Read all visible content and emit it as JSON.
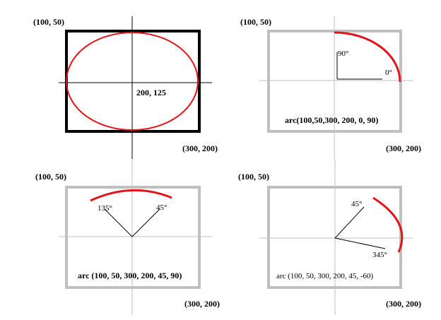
{
  "colors": {
    "arc": "#e3141a",
    "frame_dark": "#000000",
    "frame_light": "#c0c0c0",
    "axis_dark": "#000000",
    "axis_light": "#c0c0c0"
  },
  "panels": [
    {
      "id": "ellipse",
      "corner_top_left": "(100, 50)",
      "corner_bottom_right": "(300, 200)",
      "center_label": "200, 125",
      "caption": "",
      "angle_labels": []
    },
    {
      "id": "arc-0-90",
      "corner_top_left": "(100, 50)",
      "corner_bottom_right": "(300, 200)",
      "center_label": "",
      "caption": "arc(100,50,300, 200, 0, 90)",
      "angle_labels": [
        "90°",
        "0°"
      ]
    },
    {
      "id": "arc-45-90",
      "corner_top_left": "(100, 50)",
      "corner_bottom_right": "(300, 200)",
      "center_label": "",
      "caption": "arc (100, 50, 300, 200, 45, 90)",
      "angle_labels": [
        "135°",
        "45°"
      ]
    },
    {
      "id": "arc-45-neg60",
      "corner_top_left": "(100, 50)",
      "corner_bottom_right": "(300, 200)",
      "center_label": "",
      "caption": "arc (100, 50, 300, 200, 45, -60)",
      "angle_labels": [
        "45°",
        "345°"
      ]
    }
  ]
}
